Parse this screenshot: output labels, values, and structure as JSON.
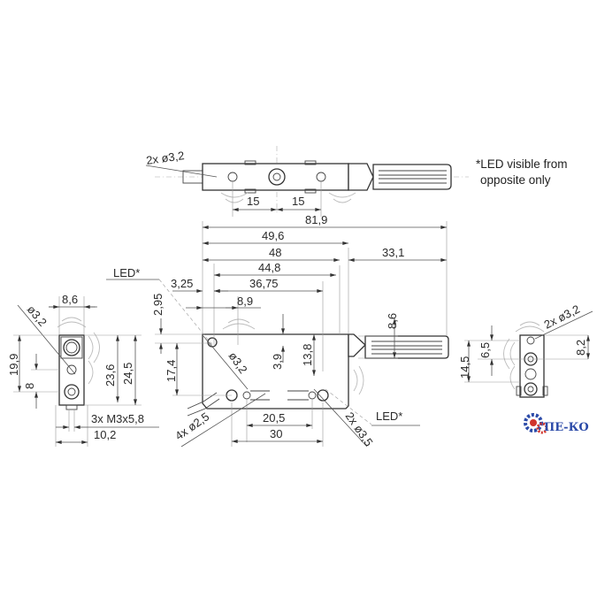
{
  "notes": {
    "led_line1": "*LED visible from",
    "led_line2": "opposite only"
  },
  "top_view": {
    "hole_callout": "2x ø3,2",
    "pitch_1": "15",
    "pitch_2": "15"
  },
  "side_view": {
    "overall_length": "81,9",
    "dim_49_6": "49,6",
    "dim_48": "48",
    "dim_33_1": "33,1",
    "dim_44_8": "44,8",
    "led_label_top": "LED*",
    "dim_3_25": "3,25",
    "dim_36_75": "36,75",
    "dim_8_9": "8,9",
    "dim_2_95": "2,95",
    "dim_8_6": "8,6",
    "dim_17_4": "17,4",
    "dim_3_9": "3,9",
    "dim_13_8": "13,8",
    "hole_3_2": "ø3,2",
    "dim_20_5": "20,5",
    "dim_30": "30",
    "holes_2_5": "4x ø2,5",
    "holes_3_5": "2x ø3,5",
    "led_label_bottom": "LED*"
  },
  "left_view": {
    "width": "8,6",
    "hole": "ø3,2",
    "dim_19_9": "19,9",
    "dim_8": "8",
    "dim_23_6": "23,6",
    "dim_24_5": "24,5",
    "thread": "3x M3x5,8",
    "dim_10_2": "10,2"
  },
  "right_view": {
    "holes": "2x ø3,2",
    "dim_14_5": "14,5",
    "dim_6_5": "6,5",
    "dim_8_2": "8,2"
  },
  "logo": {
    "text": "ПЕ-КО",
    "colors": {
      "gear_blue": "#2b4aa8",
      "gear_red": "#d0342c"
    }
  }
}
